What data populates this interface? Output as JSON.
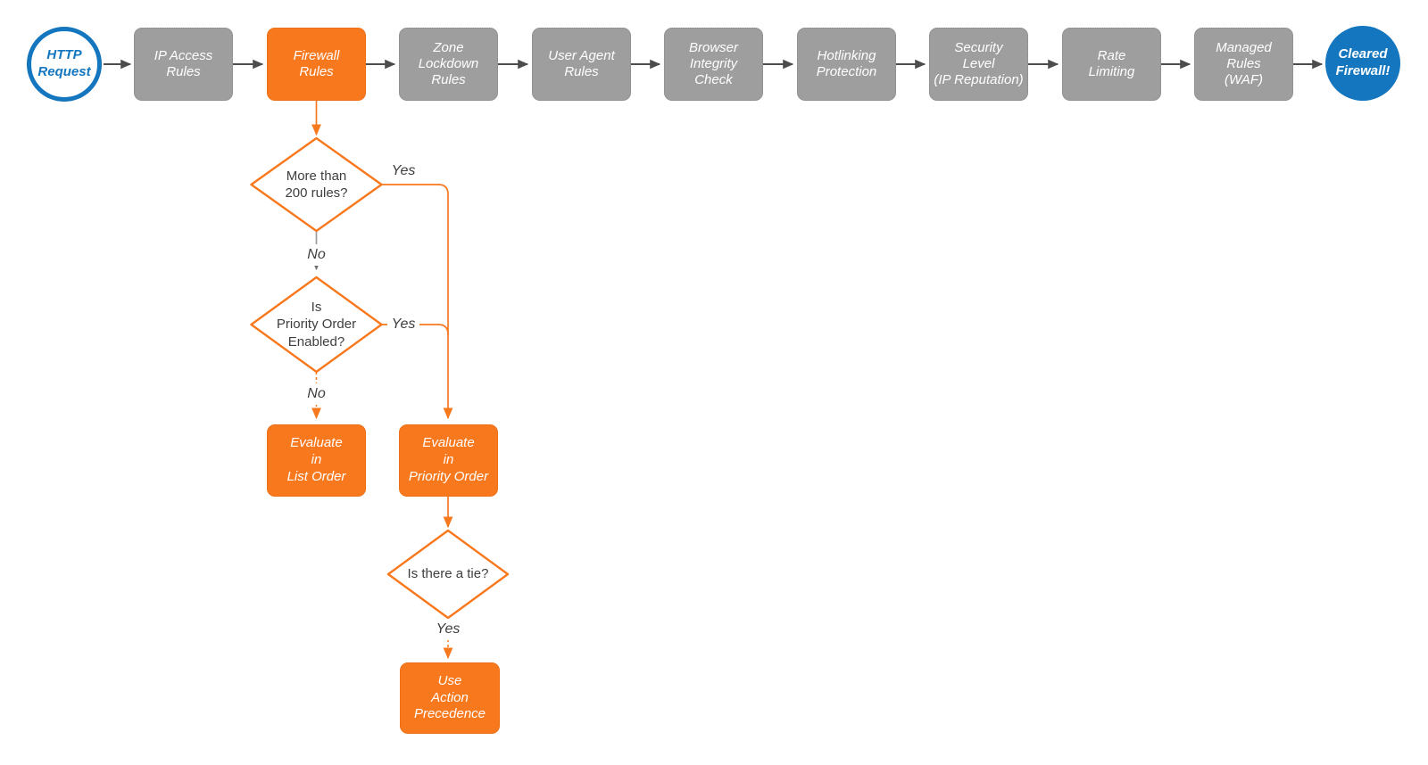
{
  "start": {
    "label": "HTTP\nRequest"
  },
  "pipeline": {
    "steps": [
      {
        "label": "IP Access\nRules"
      },
      {
        "label": "Firewall\nRules",
        "highlighted": true
      },
      {
        "label": "Zone\nLockdown\nRules"
      },
      {
        "label": "User Agent\nRules"
      },
      {
        "label": "Browser\nIntegrity\nCheck"
      },
      {
        "label": "Hotlinking\nProtection"
      },
      {
        "label": "Security\nLevel\n(IP Reputation)"
      },
      {
        "label": "Rate\nLimiting"
      },
      {
        "label": "Managed\nRules\n(WAF)"
      }
    ]
  },
  "end": {
    "label": "Cleared\nFirewall!"
  },
  "decisions": {
    "rule_count": {
      "label": "More than\n200 rules?",
      "yes": "Yes",
      "no": "No"
    },
    "priority_order": {
      "label": "Is\nPriority Order\nEnabled?",
      "yes": "Yes",
      "no": "No"
    },
    "tie": {
      "label": "Is there a tie?",
      "yes": "Yes"
    }
  },
  "actions": {
    "list_order": {
      "label": "Evaluate\nin\nList Order"
    },
    "priority_order": {
      "label": "Evaluate\nin\nPriority Order"
    },
    "action_precedence": {
      "label": "Use\nAction\nPrecedence"
    }
  },
  "colors": {
    "orange": "#F8781E",
    "node_gray": "#9E9E9E",
    "blue": "#1476BE",
    "connector_dark": "#4D4D4D",
    "connector_light_gray": "#9C9C9C",
    "text_dark": "#3E3E3E",
    "background": "#FFFFFF"
  }
}
